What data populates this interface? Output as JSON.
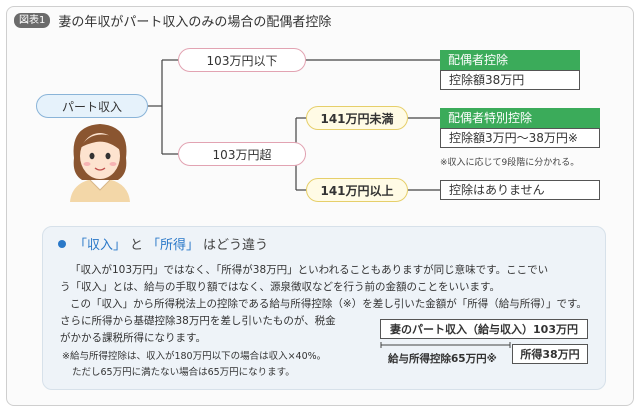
{
  "figure": {
    "badge": "図表1",
    "title": "妻の年収がパート収入のみの場合の配偶者控除"
  },
  "tree": {
    "root": "パート収入",
    "branch_low": "103万円以下",
    "branch_high": "103万円超",
    "sub_mid": "141万円未満",
    "sub_high": "141万円以上"
  },
  "results": {
    "r1_head": "配偶者控除",
    "r1_body": "控除額38万円",
    "r2_head": "配偶者特別控除",
    "r2_body": "控除額3万円〜38万円※",
    "r2_note": "※収入に応じて9段階に分かれる。",
    "r3_body": "控除はありません"
  },
  "panel": {
    "title_prefix": "「収入」",
    "title_mid": "と",
    "title_q2": "「所得」",
    "title_suffix": "はどう違う",
    "lines": [
      "「収入が103万円」ではなく、「所得が38万円」といわれることもありますが同じ意味です。ここでい",
      "う「収入」とは、給与の手取り額ではなく、源泉徴収などを行う前の金額のことをいいます。",
      "この「収入」から所得税法上の控除である給与所得控除（※）を差し引いた金額が「所得（給与所得）」です。",
      "さらに所得から基礎控除38万円を差し引いたものが、税金",
      "がかかる課税所得になります。"
    ],
    "note1": "※給与所得控除は、収入が180万円以下の場合は収入×40%。",
    "note2": "ただし65万円に満たない場合は65万円になります。",
    "diagram_top": "妻のパート収入（給与収入）103万円",
    "diagram_left": "給与所得控除65万円※",
    "diagram_right": "所得38万円"
  }
}
